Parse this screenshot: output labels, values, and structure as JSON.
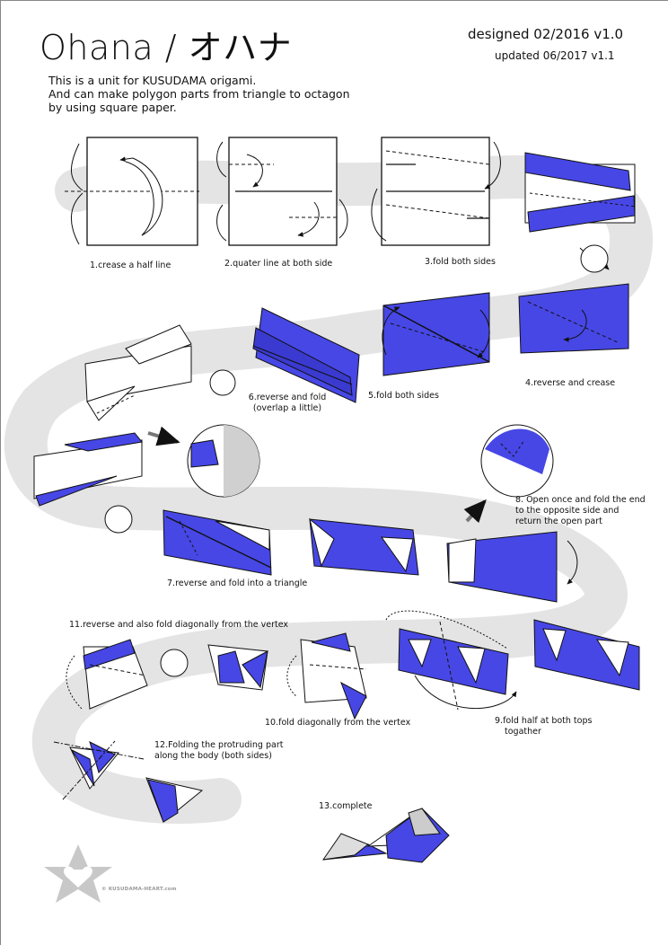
{
  "title": "Ohana / オハナ",
  "designed": "designed 02/2016 v1.0",
  "updated": "updated  06/2017 v1.1",
  "intro": [
    "This is a unit for KUSUDAMA origami.",
    "And can make polygon parts from triangle to octagon",
    "by using square paper."
  ],
  "steps": {
    "s1": "1.crease a half line",
    "s2": "2.quater line at both side",
    "s3": "3.fold both sides",
    "s4": "4.reverse and crease",
    "s5": "5.fold both sides",
    "s6a": "6.reverse and fold",
    "s6b": "(overlap a little)",
    "s7": "7.reverse and fold into a triangle",
    "s8a": "8. Open once and fold the end",
    "s8b": "to the opposite side and",
    "s8c": "return the open part",
    "s9a": "9.fold half at both tops",
    "s9b": "togather",
    "s10": "10.fold diagonally from the vertex",
    "s11": "11.reverse and also fold diagonally from the vertex",
    "s12a": "12.Folding the protruding part",
    "s12b": "along the body (both sides)",
    "s13": "13.complete"
  },
  "credit": "© KUSUDAMA-HEART.com",
  "colors": {
    "paper_blue": "#4747e6",
    "path_gray": "#e4e4e4",
    "line": "#111111"
  }
}
